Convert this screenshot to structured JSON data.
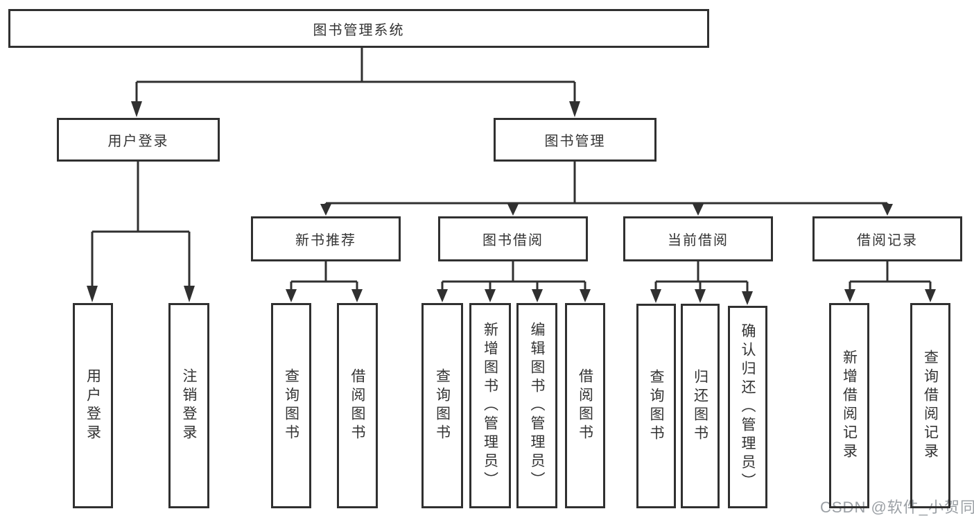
{
  "diagram": {
    "root": {
      "label": "图书管理系统"
    },
    "level2": {
      "login": {
        "label": "用户登录"
      },
      "management": {
        "label": "图书管理"
      }
    },
    "level3": {
      "new_books": {
        "label": "新书推荐"
      },
      "book_borrow": {
        "label": "图书借阅"
      },
      "current_borrow": {
        "label": "当前借阅"
      },
      "borrow_records": {
        "label": "借阅记录"
      }
    },
    "leaves": {
      "login": [
        {
          "label": "用户登录"
        },
        {
          "label": "注销登录"
        }
      ],
      "new_books": [
        {
          "label": "查询图书"
        },
        {
          "label": "借阅图书"
        }
      ],
      "book_borrow": [
        {
          "label": "查询图书"
        },
        {
          "label": "新增图书（管理员）"
        },
        {
          "label": "编辑图书（管理员）"
        },
        {
          "label": "借阅图书"
        }
      ],
      "current_borrow": [
        {
          "label": "查询图书"
        },
        {
          "label": "归还图书"
        },
        {
          "label": "确认归还（管理员）"
        }
      ],
      "borrow_records": [
        {
          "label": "新增借阅记录"
        },
        {
          "label": "查询借阅记录"
        }
      ]
    },
    "watermark": "CSDN @软件_小贺同学",
    "colors": {
      "line": "#303030",
      "text": "#333333",
      "watermark": "#9ba0a5",
      "background": "#ffffff"
    }
  }
}
